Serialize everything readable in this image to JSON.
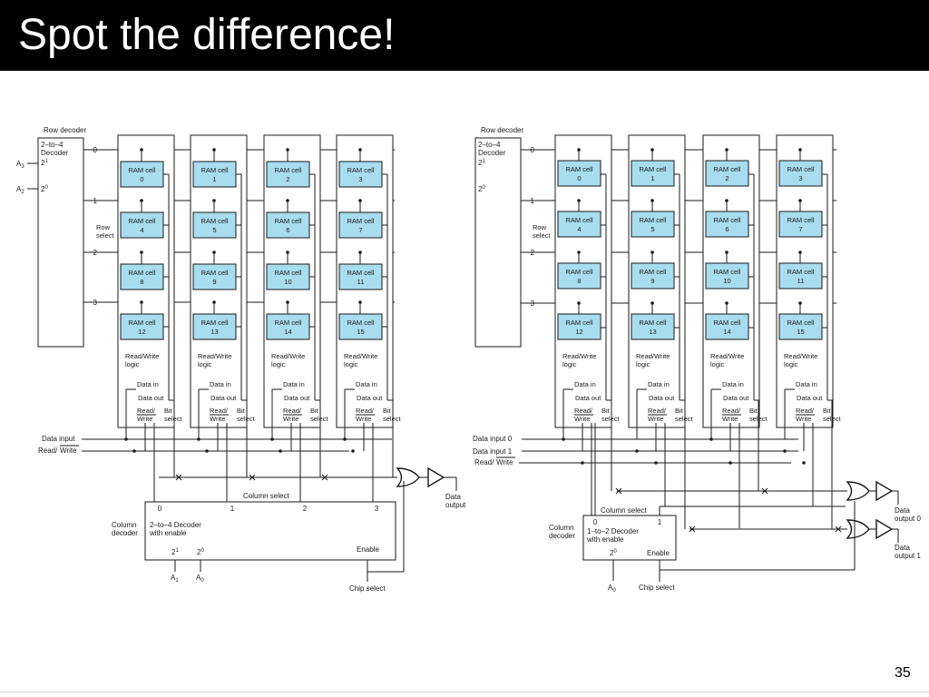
{
  "slide": {
    "title": "Spot the difference!",
    "page_number": "35"
  },
  "colors": {
    "title_bar": "#000000",
    "title_text": "#ffffff",
    "ram_cell_fill": "#a8dcef",
    "line": "#1a1a1a"
  },
  "left_diagram": {
    "row_decoder_label": "Row decoder",
    "decoder_line1": "2–to–4",
    "decoder_line2": "Decoder",
    "addr_inputs": [
      {
        "name": "A",
        "sub": "3",
        "pin_base": "2",
        "pin_exp": "1"
      },
      {
        "name": "A",
        "sub": "2",
        "pin_base": "2",
        "pin_exp": "0"
      }
    ],
    "row_numbers": [
      "0",
      "1",
      "2",
      "3"
    ],
    "row_select_lines": [
      "Row",
      "select"
    ],
    "cell_prefix": "RAM cell",
    "cells": [
      "0",
      "1",
      "2",
      "3",
      "4",
      "5",
      "6",
      "7",
      "8",
      "9",
      "10",
      "11",
      "12",
      "13",
      "14",
      "15"
    ],
    "rw_logic": [
      "Read/Write",
      "logic"
    ],
    "data_in": "Data in",
    "data_out": "Data out",
    "read_label": "Read/",
    "write_label": "Write",
    "bit_select": [
      "Bit",
      "select"
    ],
    "data_input": "Data input",
    "read_write": "Read/",
    "read_write_bar": "Write",
    "column_select": "Column select",
    "column_numbers": [
      "0",
      "1",
      "2",
      "3"
    ],
    "column_decoder": [
      "Column",
      "decoder"
    ],
    "col_decoder_desc": [
      "2–to–4 Decoder",
      "with enable"
    ],
    "col_pins": [
      {
        "base": "2",
        "exp": "1"
      },
      {
        "base": "2",
        "exp": "0"
      }
    ],
    "enable": "Enable",
    "col_addr": [
      {
        "name": "A",
        "sub": "1"
      },
      {
        "name": "A",
        "sub": "0"
      }
    ],
    "chip_select": "Chip select",
    "data_output": [
      "Data",
      "output"
    ]
  },
  "right_diagram": {
    "row_decoder_label": "Row decoder",
    "decoder_line1": "2–to–4",
    "decoder_line2": "Decoder",
    "decoder_pins": [
      {
        "base": "2",
        "exp": "1"
      },
      {
        "base": "2",
        "exp": "0"
      }
    ],
    "row_numbers": [
      "0",
      "1",
      "2",
      "3"
    ],
    "row_select_lines": [
      "Row",
      "select"
    ],
    "cell_prefix": "RAM cell",
    "cells": [
      "0",
      "1",
      "2",
      "3",
      "4",
      "5",
      "6",
      "7",
      "8",
      "9",
      "10",
      "11",
      "12",
      "13",
      "14",
      "15"
    ],
    "rw_logic": [
      "Read/Write",
      "logic"
    ],
    "data_in": "Data in",
    "data_out": "Data out",
    "read_label": "Read/",
    "write_label": "Write",
    "bit_select": [
      "Bit",
      "select"
    ],
    "data_input_0": "Data input 0",
    "data_input_1": "Data input 1",
    "read_write": "Read/",
    "read_write_bar": "Write",
    "column_select": "Column select",
    "column_numbers": [
      "0",
      "1"
    ],
    "column_decoder": [
      "Column",
      "decoder"
    ],
    "col_decoder_desc": [
      "1–to–2 Decoder",
      "with enable"
    ],
    "col_pin": {
      "base": "2",
      "exp": "0"
    },
    "enable": "Enable",
    "col_addr": {
      "name": "A",
      "sub": "0"
    },
    "chip_select": "Chip select",
    "data_output_0": [
      "Data",
      "output 0"
    ],
    "data_output_1": [
      "Data",
      "output 1"
    ]
  }
}
